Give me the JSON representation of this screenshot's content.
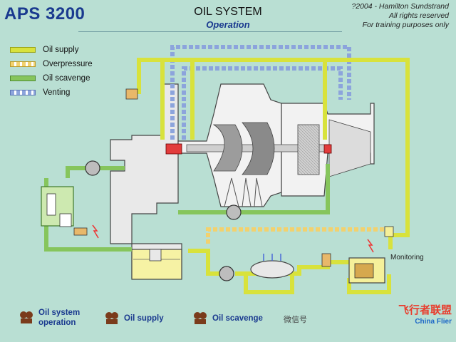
{
  "header": {
    "logo": "APS 3200",
    "title": "OIL SYSTEM",
    "subtitle": "Operation",
    "copyright_line1": "?2004 - Hamilton Sundstrand",
    "copyright_line2": "All rights reserved",
    "copyright_line3": "For training purposes only"
  },
  "legend": {
    "items": [
      {
        "label": "Oil supply"
      },
      {
        "label": "Overpressure"
      },
      {
        "label": "Oil scavenge"
      },
      {
        "label": "Venting"
      }
    ]
  },
  "diagram": {
    "labels": {
      "monitoring": "Monitoring"
    },
    "colors": {
      "supply": "#d8e23c",
      "overpressure": "#f2d16e",
      "scavenge": "#86c55c",
      "venting": "#8ca4dc"
    }
  },
  "nav": {
    "items": [
      {
        "label_line1": "Oil system",
        "label_line2": "operation"
      },
      {
        "label_line1": "Oil supply",
        "label_line2": ""
      },
      {
        "label_line1": "Oil scavenge",
        "label_line2": ""
      }
    ]
  },
  "watermark": {
    "wechat": "微信号",
    "cn": "飞行者联盟",
    "en": "China Flier"
  }
}
